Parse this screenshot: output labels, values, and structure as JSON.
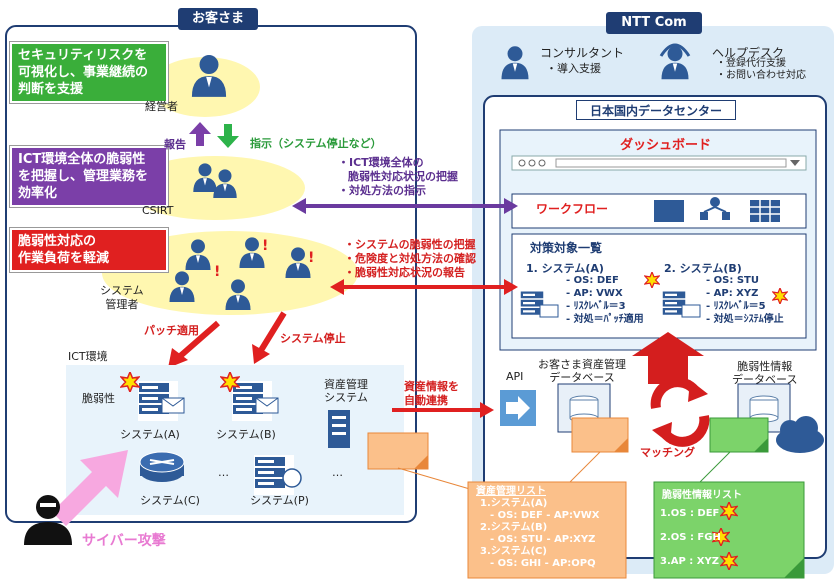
{
  "customer": {
    "title": "お客さま",
    "callout_1": [
      "セキュリティリスクを",
      "可視化し、事業継続の",
      "判断を支援"
    ],
    "callout_2": [
      "ICT環境全体の脆弱性",
      "を把握し、管理業務を",
      "効率化"
    ],
    "callout_3": [
      "脆弱性対応の",
      "作業負荷を軽減"
    ],
    "executive_label": "経営者",
    "report_label": "報告",
    "instruction_label": "指示（システム停止など）",
    "csirt_label": "CSIRT",
    "sysadmin_label": [
      "システム",
      "管理者"
    ],
    "patch_label": "パッチ適用",
    "stop_label": "システム停止",
    "ict_env_label": "ICT環境",
    "vuln_label": "脆弱性",
    "systems": [
      "システム(A)",
      "システム(B)",
      "システム(C)",
      "システム(P)"
    ],
    "ellipsis": "…",
    "asset_sys_label": [
      "資産管理",
      "システム"
    ],
    "attack_label": "サイバー攻撃"
  },
  "middle": {
    "csirt_msg": [
      "・ICT環境全体の",
      "脆弱性対応状況の把握",
      "・対処方法の指示"
    ],
    "admin_msg": [
      "・システムの脆弱性の把握",
      "・危険度と対処方法の確認",
      "・脆弱性対応状況の報告"
    ],
    "asset_link": [
      "資産情報を",
      "自動連携"
    ]
  },
  "ntt": {
    "title": "NTT Com",
    "consultant": "コンサルタント",
    "consultant_sub": "・導入支援",
    "helpdesk": "ヘルプデスク",
    "helpdesk_sub": [
      "・登録代行支援",
      "・お問い合わせ対応"
    ],
    "dc_title": "日本国内データセンター",
    "dashboard": "ダッシュボード",
    "workflow": "ワークフロー",
    "target_list": "対策対象一覧",
    "sys_a": {
      "name": "1. システム(A)",
      "lines": [
        "- OS: DEF",
        "- AP: VWX",
        "- ﾘｽｸﾚﾍﾞﾙ＝3",
        "- 対処＝ﾊﾟｯﾁ適用"
      ]
    },
    "sys_b": {
      "name": "2. システム(B)",
      "lines": [
        "- OS: STU",
        "- AP: XYZ",
        "- ﾘｽｸﾚﾍﾞﾙ＝5",
        "- 対処＝ｼｽﾃﾑ停止"
      ]
    },
    "api": "API",
    "asset_db": [
      "お客さま資産管理",
      "データベース"
    ],
    "vuln_db": [
      "脆弱性情報",
      "データベース"
    ],
    "matching": "マッチング"
  },
  "asset_list": {
    "title": "資産管理リスト",
    "lines": [
      "1.システム(A)",
      "- OS: DEF - AP:VWX",
      "2.システム(B)",
      "- OS: STU - AP:XYZ",
      "3.システム(C)",
      "- OS: GHI - AP:OPQ"
    ]
  },
  "vuln_list": {
    "title": "脆弱性情報リスト",
    "items": [
      "1.OS : DEF",
      "2.OS : FGH",
      "3.AP : XYZ"
    ]
  }
}
